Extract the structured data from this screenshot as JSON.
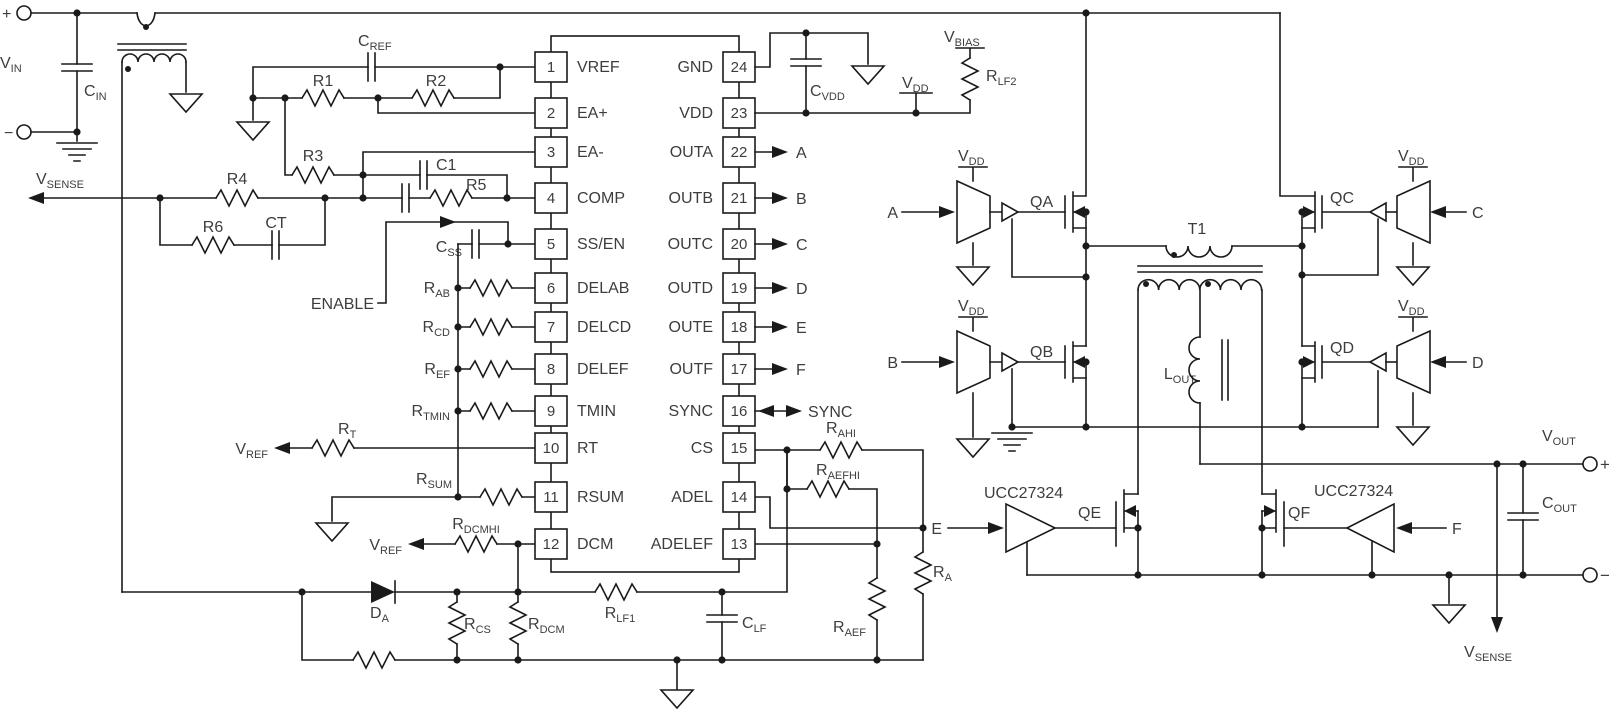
{
  "ic": {
    "left_pins": [
      {
        "num": "1",
        "name": "VREF"
      },
      {
        "num": "2",
        "name": "EA+"
      },
      {
        "num": "3",
        "name": "EA-"
      },
      {
        "num": "4",
        "name": "COMP"
      },
      {
        "num": "5",
        "name": "SS/EN"
      },
      {
        "num": "6",
        "name": "DELAB"
      },
      {
        "num": "7",
        "name": "DELCD"
      },
      {
        "num": "8",
        "name": "DELEF"
      },
      {
        "num": "9",
        "name": "TMIN"
      },
      {
        "num": "10",
        "name": "RT"
      },
      {
        "num": "11",
        "name": "RSUM"
      },
      {
        "num": "12",
        "name": "DCM"
      }
    ],
    "right_pins": [
      {
        "num": "24",
        "name": "GND"
      },
      {
        "num": "23",
        "name": "VDD"
      },
      {
        "num": "22",
        "name": "OUTA"
      },
      {
        "num": "21",
        "name": "OUTB"
      },
      {
        "num": "20",
        "name": "OUTC"
      },
      {
        "num": "19",
        "name": "OUTD"
      },
      {
        "num": "18",
        "name": "OUTE"
      },
      {
        "num": "17",
        "name": "OUTF"
      },
      {
        "num": "16",
        "name": "SYNC"
      },
      {
        "num": "15",
        "name": "CS"
      },
      {
        "num": "14",
        "name": "ADEL"
      },
      {
        "num": "13",
        "name": "ADELEF"
      }
    ]
  },
  "labels": {
    "vin": {
      "b": "V",
      "s": "IN"
    },
    "cin": {
      "b": "C",
      "s": "IN"
    },
    "vsense": {
      "b": "V",
      "s": "SENSE"
    },
    "vref": {
      "b": "V",
      "s": "REF"
    },
    "vdd": {
      "b": "V",
      "s": "DD"
    },
    "vbias": {
      "b": "V",
      "s": "BIAS"
    },
    "vout": {
      "b": "V",
      "s": "OUT"
    },
    "cref": {
      "b": "C",
      "s": "REF"
    },
    "css": {
      "b": "C",
      "s": "SS"
    },
    "cvdd": {
      "b": "C",
      "s": "VDD"
    },
    "clf": {
      "b": "C",
      "s": "LF"
    },
    "cout": {
      "b": "C",
      "s": "OUT"
    },
    "r1": "R1",
    "r2": "R2",
    "r3": "R3",
    "r4": "R4",
    "r5": "R5",
    "r6": "R6",
    "c1": "C1",
    "ct": "CT",
    "rab": {
      "b": "R",
      "s": "AB"
    },
    "rcd": {
      "b": "R",
      "s": "CD"
    },
    "ref": {
      "b": "R",
      "s": "EF"
    },
    "rtmin": {
      "b": "R",
      "s": "TMIN"
    },
    "rt": {
      "b": "R",
      "s": "T"
    },
    "rsum": {
      "b": "R",
      "s": "SUM"
    },
    "rdcmhi": {
      "b": "R",
      "s": "DCMHI"
    },
    "rcs": {
      "b": "R",
      "s": "CS"
    },
    "rdcm": {
      "b": "R",
      "s": "DCM"
    },
    "rlf1": {
      "b": "R",
      "s": "LF1"
    },
    "rlf2": {
      "b": "R",
      "s": "LF2"
    },
    "rahi": {
      "b": "R",
      "s": "AHI"
    },
    "raefhi": {
      "b": "R",
      "s": "AEFHI"
    },
    "ra": {
      "b": "R",
      "s": "A"
    },
    "raef": {
      "b": "R",
      "s": "AEF"
    },
    "da": {
      "b": "D",
      "s": "A"
    },
    "lout": {
      "b": "L",
      "s": "OUT"
    },
    "t1": "T1",
    "enable": "ENABLE",
    "sync": "SYNC",
    "plus": "+",
    "minus": "−"
  },
  "transistors": {
    "qa": "QA",
    "qb": "QB",
    "qc": "QC",
    "qd": "QD",
    "qe": "QE",
    "qf": "QF"
  },
  "driver_ic": "UCC27324",
  "phases": {
    "a": "A",
    "b": "B",
    "c": "C",
    "d": "D",
    "e": "E",
    "f": "F"
  }
}
